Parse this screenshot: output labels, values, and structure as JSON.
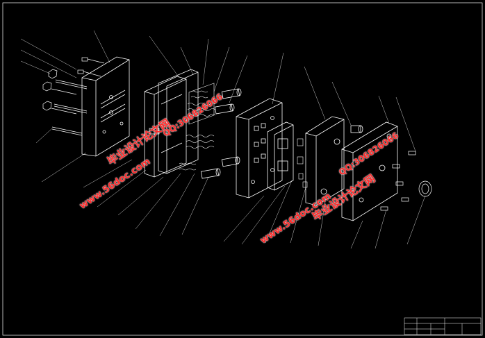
{
  "watermarks": {
    "site": "www.56doc.com",
    "title": "毕业设计论文网",
    "qq": "QQ:306826066"
  },
  "colors": {
    "background": "#000000",
    "line": "#ffffff",
    "watermark": "#ff2a2a"
  }
}
